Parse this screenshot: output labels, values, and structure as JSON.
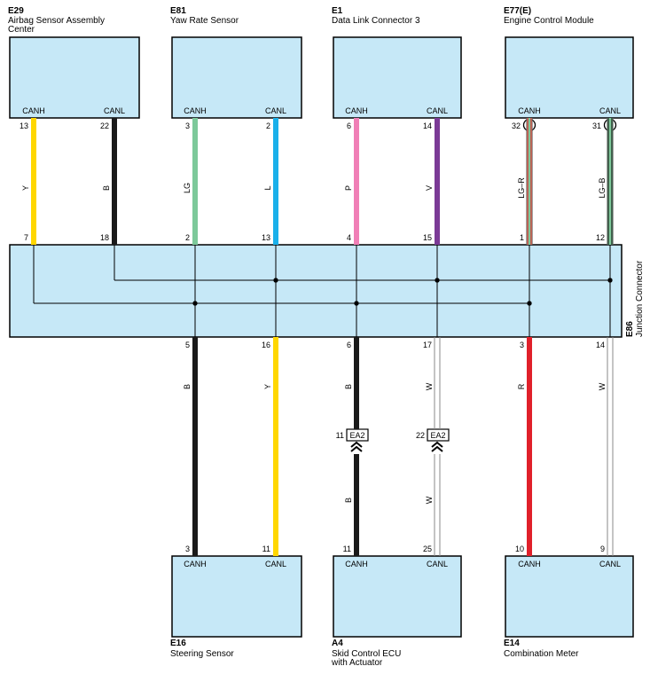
{
  "colors": {
    "box_fill": "#c6e8f7",
    "Y": "#ffd700",
    "B": "#1a1a1a",
    "LG": "#7dc99a",
    "L": "#1ab0ea",
    "P": "#f07fb6",
    "V": "#7b3a96",
    "R": "#e0202a",
    "W": "#ffffff"
  },
  "top_components": [
    {
      "code": "E29",
      "name_lines": [
        "Airbag Sensor Assembly",
        "Center"
      ],
      "pins": [
        {
          "label": "CANH",
          "num": "13",
          "junction_num": "7",
          "color": "Y",
          "bus": "H"
        },
        {
          "label": "CANL",
          "num": "22",
          "junction_num": "18",
          "color": "B",
          "bus": "L"
        }
      ]
    },
    {
      "code": "E81",
      "name_lines": [
        "Yaw Rate Sensor"
      ],
      "pins": [
        {
          "label": "CANH",
          "num": "3",
          "junction_num": "2",
          "color": "LG",
          "bus": "H"
        },
        {
          "label": "CANL",
          "num": "2",
          "junction_num": "13",
          "color": "L",
          "bus": "L"
        }
      ]
    },
    {
      "code": "E1",
      "name_lines": [
        "Data Link Connector 3"
      ],
      "pins": [
        {
          "label": "CANH",
          "num": "6",
          "junction_num": "4",
          "color": "P",
          "bus": "H"
        },
        {
          "label": "CANL",
          "num": "14",
          "junction_num": "15",
          "color": "V",
          "bus": "L"
        }
      ]
    },
    {
      "code": "E77(E)",
      "name_lines": [
        "Engine Control Module"
      ],
      "pins": [
        {
          "label": "CANH",
          "num": "32",
          "junction_num": "1",
          "color": "LG-R",
          "stripe": [
            "#7dc99a",
            "#e0202a"
          ],
          "bus": "H",
          "connector_mark": "E"
        },
        {
          "label": "CANL",
          "num": "31",
          "junction_num": "12",
          "color": "LG-B",
          "stripe": [
            "#7dc99a",
            "#1a1a1a"
          ],
          "bus": "L",
          "connector_mark": "E"
        }
      ]
    }
  ],
  "junction": {
    "code": "E86",
    "name": "Junction Connector"
  },
  "bottom_components": [
    {
      "code": "E16",
      "name_lines": [
        "Steering Sensor"
      ],
      "pins": [
        {
          "label": "CANH",
          "junction_num": "5",
          "num": "3",
          "color": "B",
          "bus": "H"
        },
        {
          "label": "CANL",
          "junction_num": "16",
          "num": "11",
          "color": "Y",
          "bus": "L"
        }
      ]
    },
    {
      "code": "A4",
      "name_lines": [
        "Skid Control ECU",
        "with Actuator"
      ],
      "pins": [
        {
          "label": "CANH",
          "junction_num": "6",
          "num": "11",
          "color": "B",
          "bus": "H",
          "inline": {
            "pin": "11",
            "name": "EA2"
          }
        },
        {
          "label": "CANL",
          "junction_num": "17",
          "num": "25",
          "color": "W",
          "bus": "L",
          "inline": {
            "pin": "22",
            "name": "EA2"
          }
        }
      ]
    },
    {
      "code": "E14",
      "name_lines": [
        "Combination Meter"
      ],
      "pins": [
        {
          "label": "CANH",
          "junction_num": "3",
          "num": "10",
          "color": "R",
          "bus": "H"
        },
        {
          "label": "CANL",
          "junction_num": "14",
          "num": "9",
          "color": "W",
          "bus": "L"
        }
      ]
    }
  ]
}
